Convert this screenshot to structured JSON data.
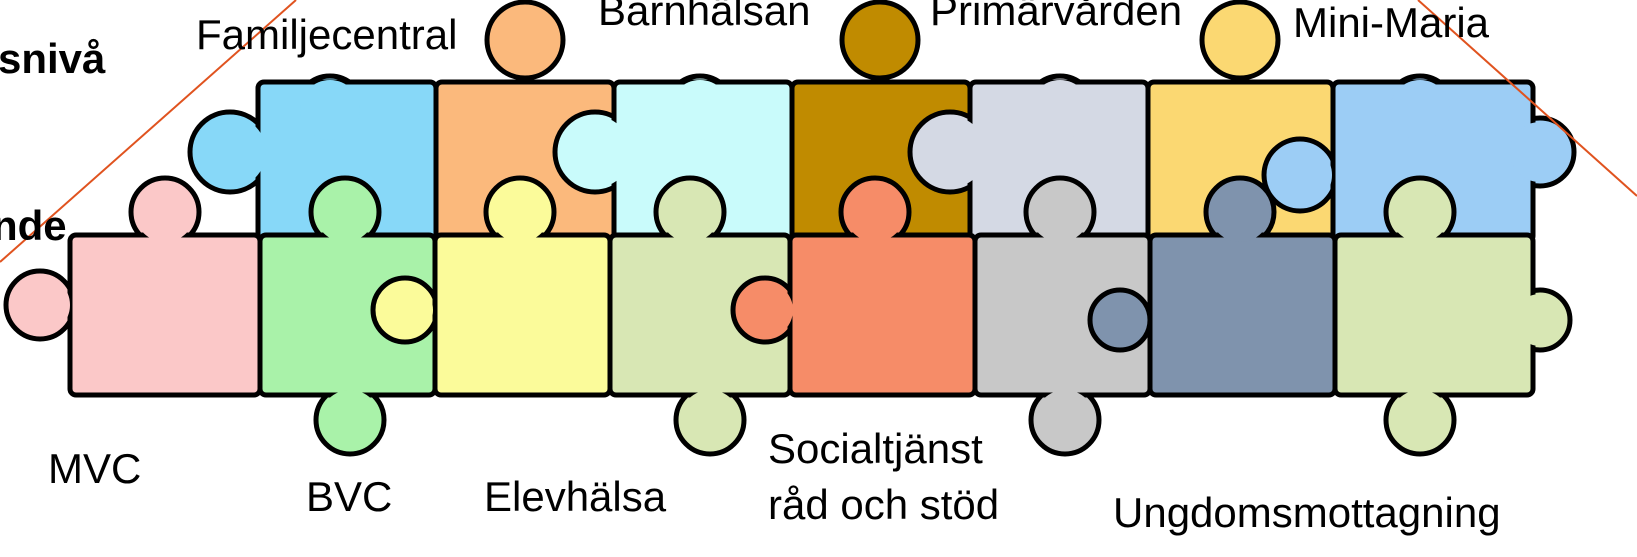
{
  "left_labels": {
    "level_partial": "snivå",
    "cut_partial": "nde"
  },
  "top_row": [
    {
      "id": "familjecentral",
      "label": "Familjecentral",
      "color": "#87d8f8"
    },
    {
      "id": "familjecentral-tab",
      "label": "",
      "color": "#fbb97c"
    },
    {
      "id": "barnhalsan",
      "label": "Barnhälsan",
      "color": "#c9fbfb"
    },
    {
      "id": "barnhalsan-tab",
      "label": "",
      "color": "#c08b00"
    },
    {
      "id": "primarvarden",
      "label": "Primärvården",
      "color": "#d4d9e4"
    },
    {
      "id": "primarvarden-tab",
      "label": "",
      "color": "#fbd872"
    },
    {
      "id": "mini-maria",
      "label": "Mini-Maria",
      "color": "#9ccdf5"
    }
  ],
  "bottom_row": [
    {
      "id": "mvc",
      "label": "MVC",
      "color": "#fbc8c8"
    },
    {
      "id": "bvc",
      "label": "BVC",
      "color": "#a9f2a9"
    },
    {
      "id": "elevhalsa",
      "label": "Elevhälsa",
      "color": "#fbfb9a"
    },
    {
      "id": "elevhalsa-extra",
      "label": "",
      "color": "#d8e7b4"
    },
    {
      "id": "socialtjanst",
      "label": "Socialtjänst\nråd och stöd",
      "color": "#f68c68"
    },
    {
      "id": "socialtjanst-extra",
      "label": "",
      "color": "#c8c8c8"
    },
    {
      "id": "ungdomsmottagning",
      "label": "Ungdomsmottagning",
      "color": "#7f93ad"
    },
    {
      "id": "ungdomsmottagning-extra",
      "label": "",
      "color": "#d8e7b4"
    }
  ],
  "labels": {
    "familjecentral": "Familjecentral",
    "barnhalsan": "Barnhälsan",
    "primarvarden": "Primärvården",
    "mini_maria": "Mini-Maria",
    "mvc": "MVC",
    "bvc": "BVC",
    "elevhalsa": "Elevhälsa",
    "socialtjanst_1": "Socialtjänst",
    "socialtjanst_2": "råd och stöd",
    "ungdomsmottagning": "Ungdomsmottagning"
  },
  "line_color": "#e0531f"
}
